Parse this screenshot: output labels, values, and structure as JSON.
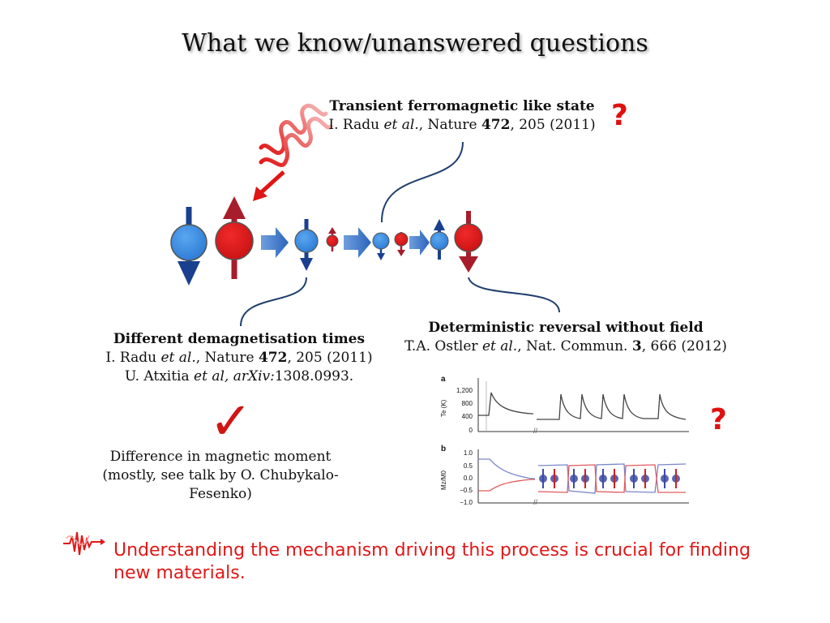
{
  "slide": {
    "title": "What we know/unanswered questions"
  },
  "transient": {
    "heading": "Transient ferromagnetic like state",
    "author": "I. Radu ",
    "etal": "et al.",
    "journal": ", Nature ",
    "volume": "472",
    "rest": ", 205 (2011)",
    "status_mark": "?"
  },
  "demag": {
    "heading": "Different demagnetisation times",
    "ref1": {
      "author": "I. Radu ",
      "etal": "et al.",
      "journal": ", Nature ",
      "volume": "472",
      "rest": ", 205 (2011)"
    },
    "ref2": {
      "author": "U. Atxitia ",
      "etal": "et al, arXiv:",
      "rest": "1308.0993."
    },
    "status_mark": "✓",
    "note": "Difference in magnetic moment (mostly, see talk by O. Chubykalo-Fesenko)"
  },
  "reversal": {
    "heading": "Deterministic reversal without field",
    "author": "T.A. Ostler ",
    "etal": "et al.",
    "journal": ", Nat. Commun. ",
    "volume": "3",
    "rest": ", 666 (2012)",
    "status_mark": "?"
  },
  "figure": {
    "panel_a": {
      "letter": "a",
      "ylabel": "Te (K)",
      "yticks": [
        "1,200",
        "800",
        "400",
        "0"
      ]
    },
    "panel_b": {
      "letter": "b",
      "ylabel": "Mz/M0",
      "yticks": [
        "1.0",
        "0.5",
        "0.0",
        "−0.5",
        "−1.0"
      ]
    }
  },
  "conclusion": {
    "text": "Understanding the mechanism driving this process is crucial for finding new materials."
  },
  "colors": {
    "red": "#d91e1e",
    "blue": "#1a56b8",
    "spin_blue": "#3d8fe0",
    "spin_red": "#d81d1d",
    "connector": "#1f3f6e"
  }
}
